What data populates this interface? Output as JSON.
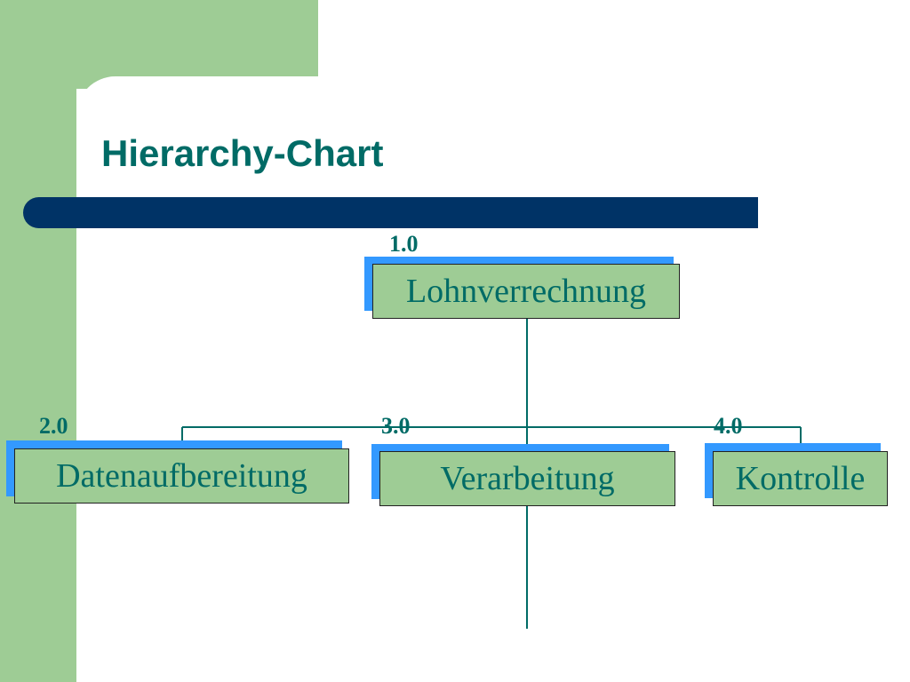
{
  "slide": {
    "title": "Hierarchy-Chart"
  },
  "colors": {
    "background_green": "#9ecc95",
    "title_bar": "#003366",
    "text_teal": "#006b66",
    "node_fill": "#9ecc95",
    "node_shadow": "#3399ff",
    "connector": "#006b66"
  },
  "diagram": {
    "root": {
      "number": "1.0",
      "label": "Lohnverrechnung"
    },
    "children": [
      {
        "number": "2.0",
        "label": "Datenaufbereitung"
      },
      {
        "number": "3.0",
        "label": "Verarbeitung"
      },
      {
        "number": "4.0",
        "label": "Kontrolle"
      }
    ]
  }
}
